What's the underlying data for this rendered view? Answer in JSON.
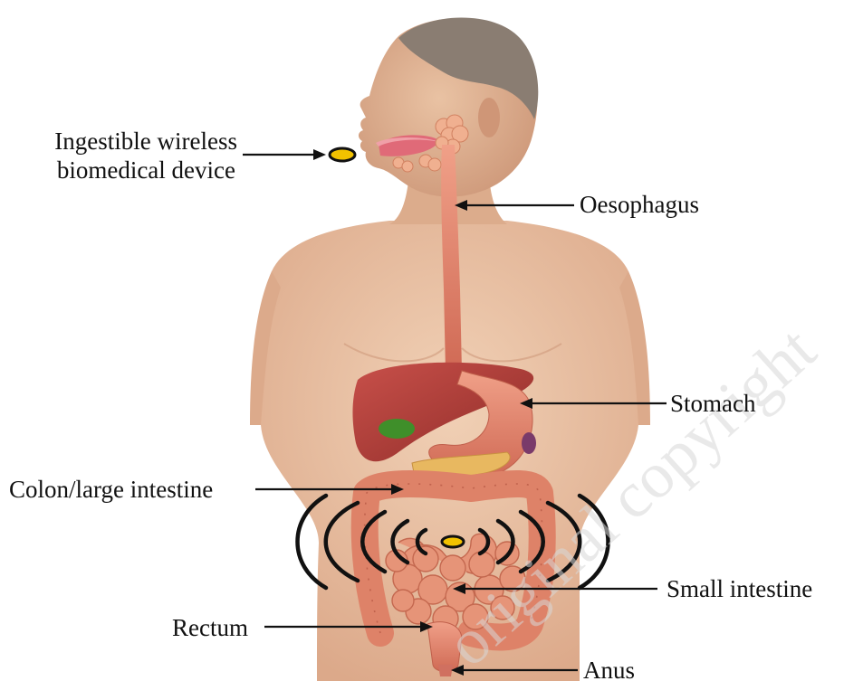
{
  "labels": {
    "device_line1": "Ingestible wireless",
    "device_line2": "biomedical device",
    "oesophagus": "Oesophagus",
    "stomach": "Stomach",
    "colon": "Colon/large intestine",
    "small_intestine": "Small intestine",
    "rectum": "Rectum",
    "anus": "Anus"
  },
  "watermark": "original copyright",
  "colors": {
    "skin": "#e8bfa0",
    "organ": "#e0806a",
    "liver": "#b8403a",
    "gallbladder": "#3f8f2a",
    "pancreas": "#e8b860",
    "capsule": "#f2c200"
  }
}
